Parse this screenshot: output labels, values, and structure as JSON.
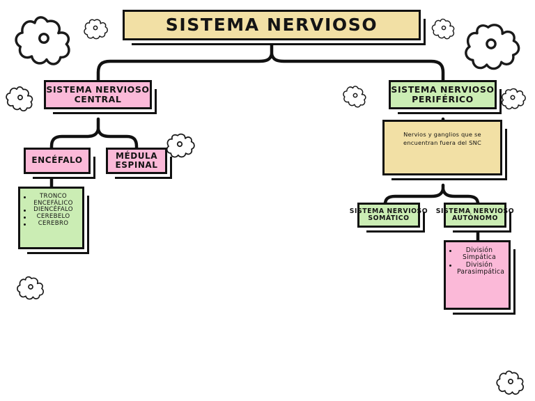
{
  "diagram": {
    "type": "mind-map",
    "title": "SISTEMA NERVIOSO",
    "palette": {
      "tan": "#F2E0A5",
      "pink": "#FBB9D8",
      "green": "#CBEDB4",
      "outline": "#111111",
      "background": "#FFFFFF"
    }
  },
  "root": {
    "label": "SISTEMA NERVIOSO",
    "color": "tan"
  },
  "branches": {
    "central": {
      "label": "SISTEMA NERVIOSO CENTRAL",
      "label_line1": "SISTEMA NERVIOSO",
      "label_line2": "CENTRAL",
      "color": "pink",
      "children": {
        "encefalo": {
          "label": "ENCÉFALO",
          "color": "pink",
          "list_color": "green",
          "items": [
            "TRONCO ENCEFÁLICO",
            "DIENCÉFALO",
            "CEREBELO",
            "CEREBRO"
          ]
        },
        "medula": {
          "label": "MÉDULA ESPINAL",
          "label_line1": "MÉDULA",
          "label_line2": "ESPINAL",
          "color": "pink"
        }
      }
    },
    "periferico": {
      "label": "SISTEMA NERVIOSO PERIFÉRICO",
      "label_line1": "SISTEMA NERVIOSO",
      "label_line2": "PERIFÉRICO",
      "color": "green",
      "description": "Nervios y ganglios que se encuentran fuera del SNC",
      "description_color": "tan",
      "children": {
        "somatico": {
          "label": "SISTEMA NERVIOSO SOMÁTICO",
          "label_line1": "SISTEMA NERVIOSO",
          "label_line2": "SOMÁTICO",
          "color": "green"
        },
        "autonomo": {
          "label": "SISTEMA NERVIOSO AUTÓNOMO",
          "label_line1": "SISTEMA NERVIOSO",
          "label_line2": "AUTÓNOMO",
          "color": "green",
          "list_color": "pink",
          "items": [
            "División Simpática",
            "División Parasimpática"
          ]
        }
      }
    }
  },
  "decorations": {
    "icon_name": "flower-doodle",
    "count": 10
  }
}
